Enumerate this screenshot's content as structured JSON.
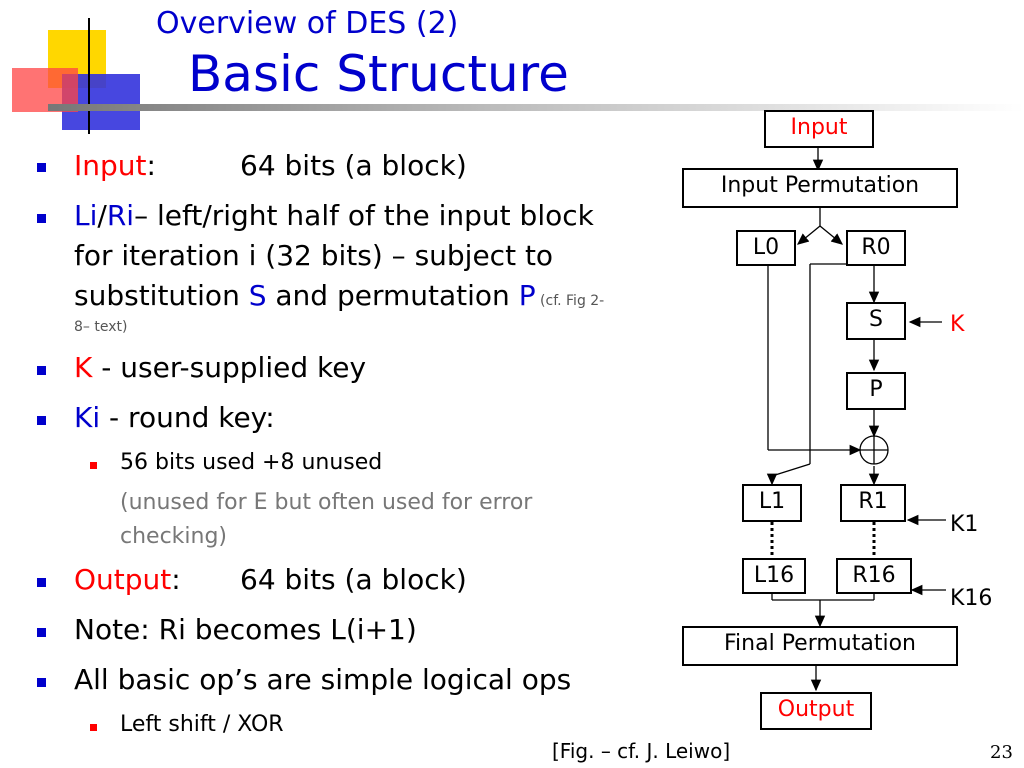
{
  "header": {
    "title_line1": "Overview of DES (2)",
    "title_line2": "Basic Structure"
  },
  "bullets": {
    "input_term": "Input",
    "input_colon": ":",
    "input_value": "64 bits (a block)",
    "li": "Li",
    "slash": "/",
    "ri": "Ri",
    "liri_line1": "– left/right half of the input block",
    "liri_line2": "for iteration i (32 bits) – subject to",
    "liri_line3a": "substitution ",
    "s": "S",
    "liri_line3b": " and permutation ",
    "p": "P",
    "cf_a": " (cf. Fig 2-",
    "cf_b": "8– text)",
    "k": "K",
    "k_rest": " - user-supplied key",
    "ki": "Ki",
    "ki_rest": " - round key:",
    "sub1": "56 bits used +8 unused",
    "sub1_note_line1": "(unused for E but often used for error",
    "sub1_note_line2": "checking)",
    "output_term": "Output",
    "output_colon": ":",
    "output_value": "64 bits (a block)",
    "note": "Note: Ri becomes L(i+1)",
    "ops": "All basic op’s are simple logical ops",
    "sub2": "Left shift / XOR"
  },
  "diagram": {
    "input": "Input",
    "input_perm": "Input Permutation",
    "l0": "L0",
    "r0": "R0",
    "s": "S",
    "k": "K",
    "p": "P",
    "l1": "L1",
    "r1": "R1",
    "k1": "K1",
    "l16": "L16",
    "r16": "R16",
    "k16": "K16",
    "final_perm": "Final Permutation",
    "output": "Output"
  },
  "footer": {
    "citation": "[Fig. – cf. J. Leiwo]",
    "page_number": "23"
  },
  "colors": {
    "title": "#0000cc",
    "highlight_red": "#ff0000",
    "highlight_blue": "#0000cc"
  }
}
